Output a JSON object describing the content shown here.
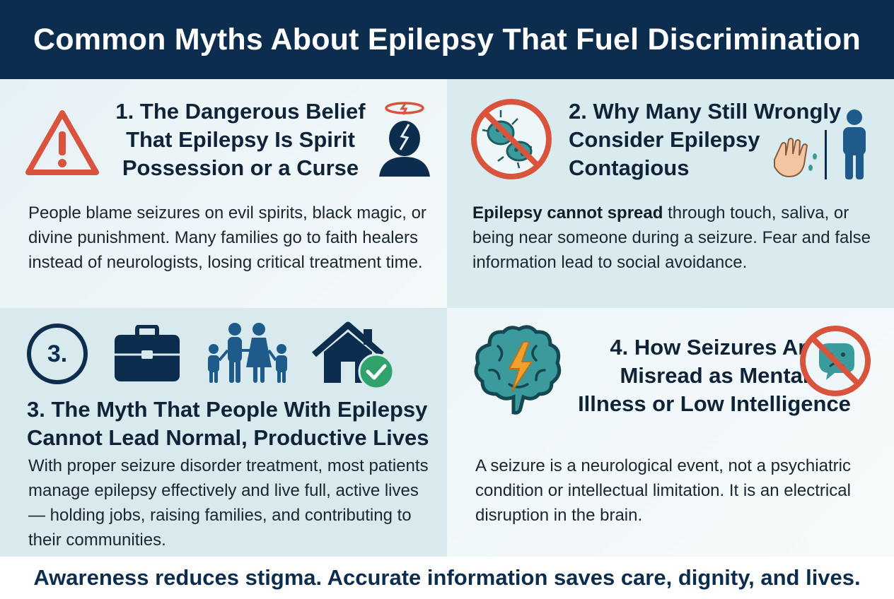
{
  "header": {
    "title": "Common Myths About Epilepsy That Fuel Discrimination"
  },
  "myth1": {
    "title": [
      "1. The Dangerous Belief",
      "That Epilepsy Is Spirit",
      "Possession or a Curse"
    ],
    "body": "People blame seizures on evil spirits, black magic, or divine punishment. Many families go to faith healers instead of neurologists, losing critical treatment time.",
    "icons": [
      "warning-triangle-icon",
      "head-lightning-icon"
    ]
  },
  "myth2": {
    "title": [
      "2. Why Many Still Wrongly",
      "Consider Epilepsy",
      "Contagious"
    ],
    "body_bold": "Epilepsy cannot spread",
    "body_rest": " through touch, saliva, or being near someone during a seizure. Fear and false information lead to social avoidance.",
    "icons": [
      "no-germs-icon",
      "hand-droplets-icon",
      "person-icon"
    ]
  },
  "myth3": {
    "badge": "3.",
    "title": [
      "3. The Myth That People With Epilepsy",
      "Cannot Lead Normal, Productive Lives"
    ],
    "body": "With proper seizure disorder treatment, most patients manage epilepsy effectively and live full, active lives — holding jobs, raising families, and contributing to their communities.",
    "icons": [
      "briefcase-icon",
      "family-icon",
      "house-check-icon"
    ]
  },
  "myth4": {
    "title": [
      "4. How Seizures Are",
      "Misread as Mental",
      "Illness or Low Intelligence"
    ],
    "body": "A seizure is a neurological event, not a psychiatric condition or intellectual limitation. It is an electrical disruption in the brain.",
    "icons": [
      "brain-lightning-icon",
      "no-sad-chat-icon"
    ]
  },
  "footer": {
    "text": "Awareness reduces stigma. Accurate information saves care, dignity, and lives."
  },
  "colors": {
    "navy": "#0d2d4f",
    "red": "#d9543c",
    "teal": "#3a9a9c",
    "orange": "#f0a030",
    "green": "#2fa36b"
  }
}
